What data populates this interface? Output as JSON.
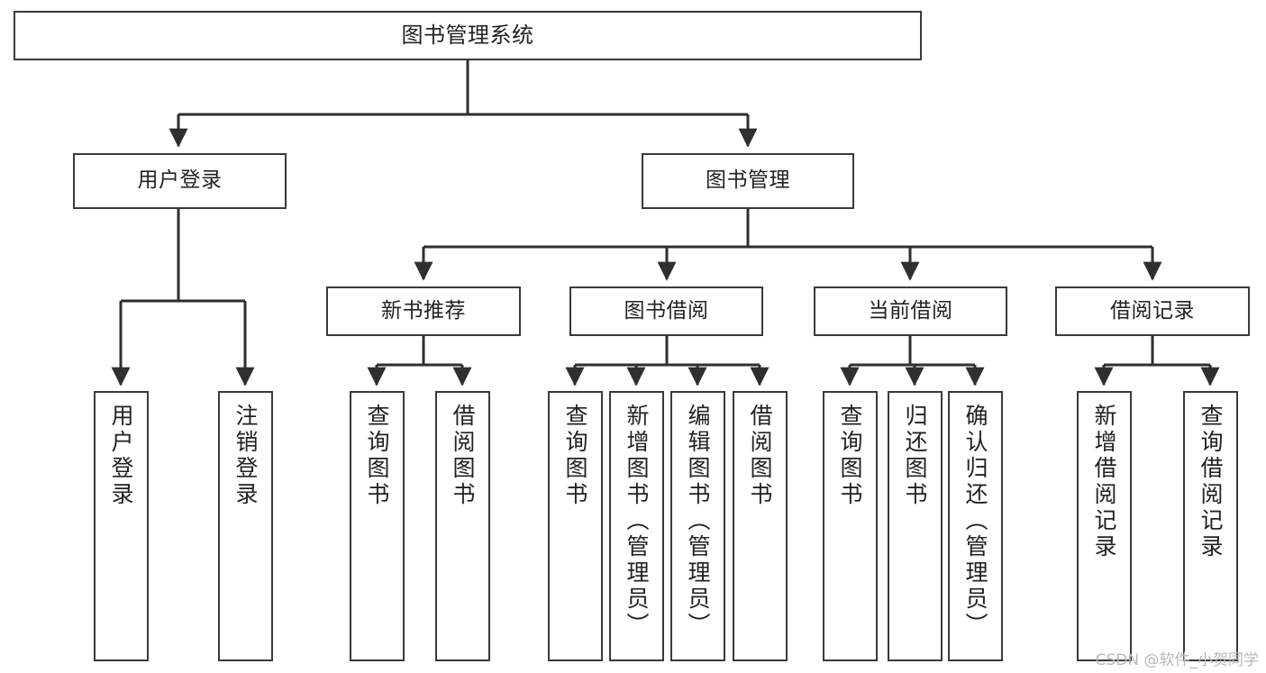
{
  "diagram": {
    "title": "图书管理系统",
    "type": "functional-structure-tree",
    "watermark": "CSDN @软件_小贺同学",
    "nodes": {
      "root": {
        "label": "图书管理系统"
      },
      "level2": [
        {
          "id": "user-login",
          "label": "用户登录"
        },
        {
          "id": "book-manage",
          "label": "图书管理"
        }
      ],
      "level3": [
        {
          "id": "new-book-rec",
          "label": "新书推荐"
        },
        {
          "id": "book-borrow",
          "label": "图书借阅"
        },
        {
          "id": "current-borrow",
          "label": "当前借阅"
        },
        {
          "id": "borrow-record",
          "label": "借阅记录"
        }
      ],
      "leaves": {
        "user_login": [
          {
            "id": "leaf-user-login",
            "label": "用户登录"
          },
          {
            "id": "leaf-logout",
            "label": "注销登录"
          }
        ],
        "new_book_rec": [
          {
            "id": "leaf-query-book-1",
            "label": "查询图书"
          },
          {
            "id": "leaf-borrow-book-1",
            "label": "借阅图书"
          }
        ],
        "book_borrow": [
          {
            "id": "leaf-query-book-2",
            "label": "查询图书"
          },
          {
            "id": "leaf-add-book",
            "label": "新增图书（管理员）"
          },
          {
            "id": "leaf-edit-book",
            "label": "编辑图书（管理员）"
          },
          {
            "id": "leaf-borrow-book-2",
            "label": "借阅图书"
          }
        ],
        "current_borrow": [
          {
            "id": "leaf-query-book-3",
            "label": "查询图书"
          },
          {
            "id": "leaf-return-book",
            "label": "归还图书"
          },
          {
            "id": "leaf-confirm-return",
            "label": "确认归还（管理员）"
          }
        ],
        "borrow_record": [
          {
            "id": "leaf-add-record",
            "label": "新增借阅记录"
          },
          {
            "id": "leaf-query-record",
            "label": "查询借阅记录"
          }
        ]
      }
    },
    "colors": {
      "border": "#3a3a3a",
      "background": "#ffffff",
      "text": "#222222",
      "watermark": "#b8b8b8"
    }
  }
}
